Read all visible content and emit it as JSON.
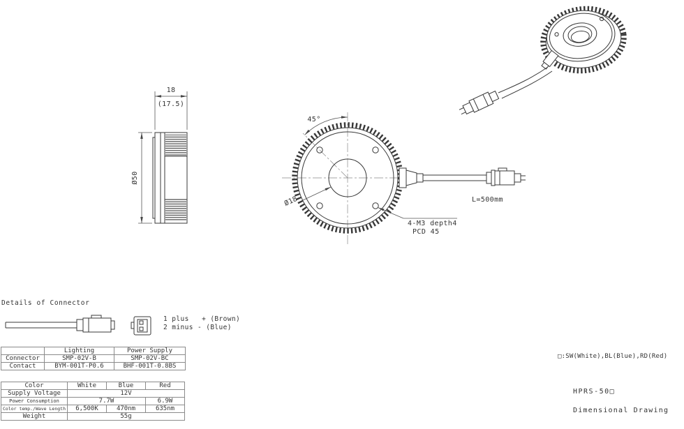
{
  "dims": {
    "side_width": "18",
    "side_width_ref": "(17.5)",
    "side_diameter": "Ø50",
    "front_angle": "45°",
    "front_inner_diameter": "Ø18",
    "mount_holes_line1": "4-M3 depth4",
    "mount_holes_line2": "PCD 45",
    "cable_length": "L=500mm"
  },
  "connector_details": {
    "title": "Details of Connector",
    "pin1": "1 plus   + (Brown)",
    "pin2": "2 minus - (Blue)"
  },
  "connector_table": {
    "col_lighting": "Lighting",
    "col_power": "Power Supply",
    "rows": [
      {
        "label": "Connector",
        "lighting": "SMP-02V-B",
        "power": "SMP-02V-BC"
      },
      {
        "label": "Contact",
        "lighting": "BYM-001T-P0.6",
        "power": "BHF-001T-0.8BS"
      }
    ]
  },
  "spec_table": {
    "col_label": "Color",
    "col_white": "White",
    "col_blue": "Blue",
    "col_red": "Red",
    "voltage_label": "Supply Voltage",
    "voltage_value": "12V",
    "power_label": "Power Consumption",
    "power_white_blue": "7.7W",
    "power_red": "6.9W",
    "wave_label": "Color temp./Wave Length",
    "wave_white": "6,500K",
    "wave_blue": "470nm",
    "wave_red": "635nm",
    "weight_label": "Weight",
    "weight_value": "55g"
  },
  "notes": {
    "color_code": "□:SW(White),BL(Blue),RD(Red)",
    "model": "HPRS-50□",
    "caption": "Dimensional Drawing"
  }
}
